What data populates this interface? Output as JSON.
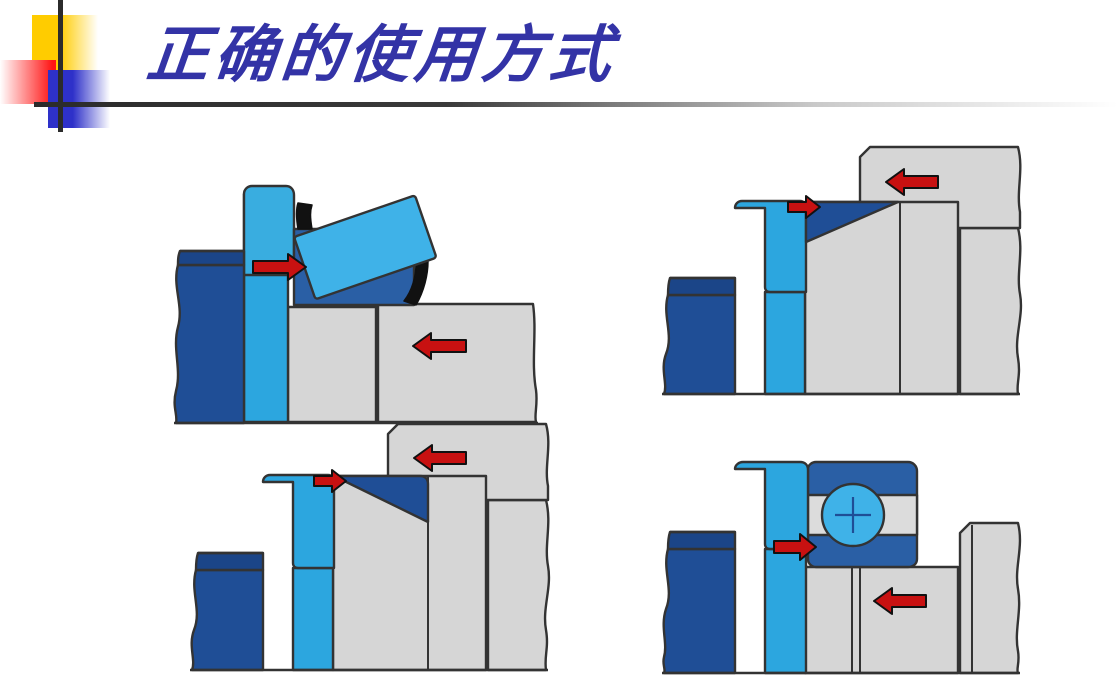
{
  "slide": {
    "title": "正确的使用方式",
    "title_color": "#3333A6",
    "background": "#FFFFFF"
  },
  "decoration": {
    "yellow_square_color": "#FFCC00",
    "red_square_color": "#FF1414",
    "blue_square_color": "#2E31C9",
    "rule_color": "#2B2B2B",
    "names": {
      "yellow": "yellow-square",
      "red": "red-square",
      "blue": "blue-square",
      "vertical_rule": "vertical-rule",
      "horizontal_rule": "horizontal-rule"
    }
  },
  "palette": {
    "shaft_dark_blue": "#1F4E96",
    "shaft_top_band": "#1B4588",
    "inner_ring_light_blue": "#2CA6DF",
    "bearing_mid_blue": "#2A5FA5",
    "wedge_dark_blue": "#1F4E96",
    "tool_gray": "#D4D4D4",
    "tool_gray_light": "#DCDCDC",
    "outline": "#333333",
    "arrow_red": "#C81111",
    "arrow_outline": "#111111",
    "cage_black": "#111111",
    "ball_light_blue": "#3FB2E8"
  },
  "figures": [
    {
      "id": "figure-1",
      "name": "tapered-roller-bearing-mounting",
      "caption": "",
      "arrows": [
        {
          "name": "arrow-inner-ring-push-right",
          "direction": "right",
          "color": "#C81111"
        },
        {
          "name": "arrow-tool-push-left",
          "direction": "left",
          "color": "#C81111"
        }
      ],
      "parts": [
        "shaft",
        "inner-ring",
        "roller",
        "cage",
        "mounting-sleeve"
      ]
    },
    {
      "id": "figure-2",
      "name": "tapered-sleeve-mounting-inner-taper",
      "caption": "",
      "arrows": [
        {
          "name": "arrow-inner-ring-push-right",
          "direction": "right",
          "color": "#C81111"
        },
        {
          "name": "arrow-tool-push-left",
          "direction": "left",
          "color": "#C81111"
        }
      ],
      "parts": [
        "shaft",
        "inner-ring",
        "tapered-wedge",
        "mounting-sleeve",
        "housing"
      ]
    },
    {
      "id": "figure-3",
      "name": "tapered-sleeve-mounting-outer-taper",
      "caption": "",
      "arrows": [
        {
          "name": "arrow-inner-ring-push-right",
          "direction": "right",
          "color": "#C81111"
        },
        {
          "name": "arrow-tool-push-left",
          "direction": "left",
          "color": "#C81111"
        }
      ],
      "parts": [
        "shaft",
        "inner-ring",
        "tapered-wedge",
        "mounting-sleeve",
        "housing"
      ]
    },
    {
      "id": "figure-4",
      "name": "deep-groove-ball-bearing-mounting",
      "caption": "",
      "arrows": [
        {
          "name": "arrow-inner-ring-push-right",
          "direction": "right",
          "color": "#C81111"
        },
        {
          "name": "arrow-tool-push-left",
          "direction": "left",
          "color": "#C81111"
        }
      ],
      "parts": [
        "shaft",
        "inner-ring",
        "ball",
        "outer-ring",
        "mounting-sleeve",
        "housing"
      ]
    }
  ]
}
